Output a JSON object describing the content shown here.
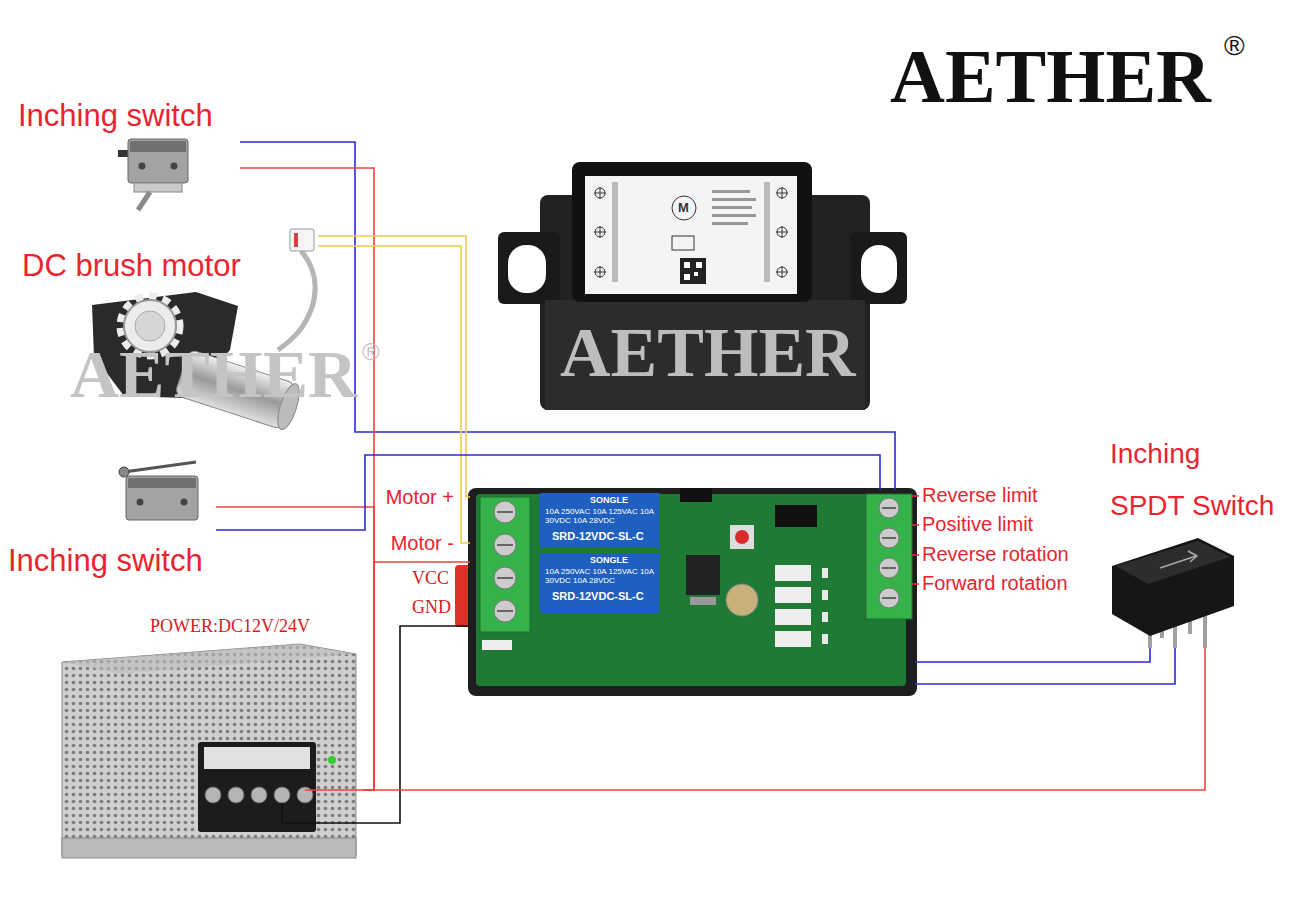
{
  "diagram": {
    "nodes": [
      {
        "text": [
          "Inching switch"
        ]
      },
      {
        "text": [
          "DC brush motor"
        ]
      },
      {
        "text": [
          "Inching switch"
        ]
      },
      {
        "text": [
          "POWER:DC12V/24V"
        ]
      },
      {
        "text": [
          "SONGLE",
          "10A 250VAC 10A 125VAC 10A 30VDC 10A 28VDC",
          "SRD-12VDC-SL-C",
          "SONGLE",
          "10A 250VAC 10A 125VAC 10A 30VDC 10A 28VDC",
          "SRD-12VDC-SL-C"
        ]
      },
      {
        "text": [
          "Inching SPDT Switch"
        ]
      }
    ],
    "edges": [
      {
        "from": 0,
        "to": 4,
        "arrow": "none"
      },
      {
        "from": 0,
        "to": 3,
        "arrow": "none"
      },
      {
        "from": 1,
        "to": 4,
        "arrow": "none"
      },
      {
        "from": 1,
        "to": 4,
        "arrow": "none"
      },
      {
        "from": 2,
        "to": 3,
        "arrow": "none"
      },
      {
        "from": 2,
        "to": 4,
        "arrow": "none"
      },
      {
        "from": 3,
        "to": 4,
        "arrow": "none"
      },
      {
        "from": 3,
        "to": 4,
        "arrow": "none"
      },
      {
        "from": 5,
        "to": 4,
        "arrow": "none"
      },
      {
        "from": 5,
        "to": 4,
        "arrow": "none"
      },
      {
        "from": 5,
        "to": 3,
        "arrow": "none"
      }
    ],
    "labels": [
      "AETHER",
      "®",
      "AETHER",
      "®",
      "AETHER",
      "M",
      "Motor +",
      "Motor -",
      "VCC",
      "GND",
      "Reverse limit",
      "Positive limit",
      "Reverse rotation",
      "Forward rotation"
    ]
  }
}
